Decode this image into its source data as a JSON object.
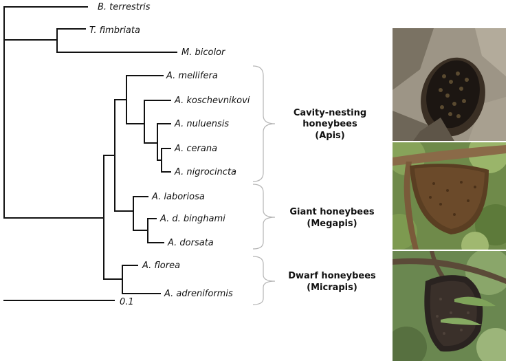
{
  "taxa": {
    "b_terrestris": "B. terrestris",
    "t_fimbriata": "T. fimbriata",
    "m_bicolor": "M. bicolor",
    "a_mellifera": "A. mellifera",
    "a_koschevnikovi": "A. koschevnikovi",
    "a_nuluensis": "A. nuluensis",
    "a_cerana": "A. cerana",
    "a_nigrocincta": "A. nigrocincta",
    "a_laboriosa": "A. laboriosa",
    "a_d_binghami": "A. d. binghami",
    "a_dorsata": "A. dorsata",
    "a_florea": "A. florea",
    "a_adreniformis": "A. adreniformis"
  },
  "scale_bar": {
    "label": "0.1"
  },
  "groups": {
    "apis": {
      "line1": "Cavity-nesting",
      "line2": "honeybees",
      "line3": "(Apis)"
    },
    "megapis": {
      "line1": "Giant honeybees",
      "line2": "(Megapis)"
    },
    "micrapis": {
      "line1": "Dwarf honeybees",
      "line2": "(Micrapis)"
    }
  },
  "colors": {
    "branch": "#111111",
    "brace": "#b5b5b5"
  }
}
